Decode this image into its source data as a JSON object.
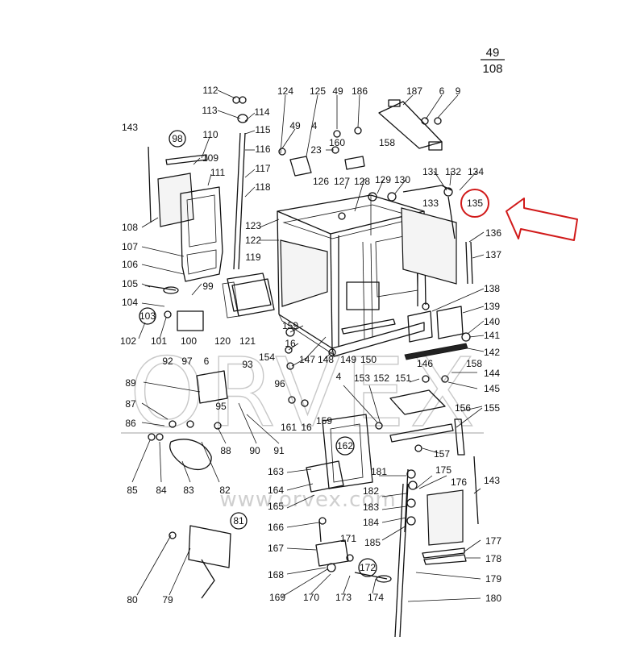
{
  "page_number": {
    "numerator": "49",
    "denominator": "108"
  },
  "watermark": {
    "logo_text": "ORVEX",
    "url_text": "www.orvex.com"
  },
  "highlight": {
    "circle_color": "#d11a1a",
    "arrow_color": "#d11a1a",
    "highlighted_part": "135"
  },
  "circled_labels": [
    "98",
    "103",
    "162",
    "81",
    "172",
    "135"
  ],
  "callouts": [
    {
      "id": "c112",
      "text": "112"
    },
    {
      "id": "c113",
      "text": "113"
    },
    {
      "id": "c114",
      "text": "114"
    },
    {
      "id": "c115",
      "text": "115"
    },
    {
      "id": "c116",
      "text": "116"
    },
    {
      "id": "c117",
      "text": "117"
    },
    {
      "id": "c118",
      "text": "118"
    },
    {
      "id": "c124",
      "text": "124"
    },
    {
      "id": "c125",
      "text": "125"
    },
    {
      "id": "c49a",
      "text": "49"
    },
    {
      "id": "c186",
      "text": "186"
    },
    {
      "id": "c187",
      "text": "187"
    },
    {
      "id": "c6a",
      "text": "6"
    },
    {
      "id": "c9",
      "text": "9"
    },
    {
      "id": "c143a",
      "text": "143"
    },
    {
      "id": "c110",
      "text": "110"
    },
    {
      "id": "c109",
      "text": "109"
    },
    {
      "id": "c111",
      "text": "111"
    },
    {
      "id": "c49b",
      "text": "49"
    },
    {
      "id": "c4a",
      "text": "4"
    },
    {
      "id": "c23",
      "text": "23"
    },
    {
      "id": "c160",
      "text": "160"
    },
    {
      "id": "c158a",
      "text": "158"
    },
    {
      "id": "c126",
      "text": "126"
    },
    {
      "id": "c127",
      "text": "127"
    },
    {
      "id": "c128",
      "text": "128"
    },
    {
      "id": "c129",
      "text": "129"
    },
    {
      "id": "c130",
      "text": "130"
    },
    {
      "id": "c131",
      "text": "131"
    },
    {
      "id": "c132",
      "text": "132"
    },
    {
      "id": "c134",
      "text": "134"
    },
    {
      "id": "c133",
      "text": "133"
    },
    {
      "id": "c108",
      "text": "108"
    },
    {
      "id": "c123",
      "text": "123"
    },
    {
      "id": "c122",
      "text": "122"
    },
    {
      "id": "c136",
      "text": "136"
    },
    {
      "id": "c107",
      "text": "107"
    },
    {
      "id": "c137",
      "text": "137"
    },
    {
      "id": "c106",
      "text": "106"
    },
    {
      "id": "c119",
      "text": "119"
    },
    {
      "id": "c105",
      "text": "105"
    },
    {
      "id": "c99",
      "text": "99"
    },
    {
      "id": "c138",
      "text": "138"
    },
    {
      "id": "c104",
      "text": "104"
    },
    {
      "id": "c139",
      "text": "139"
    },
    {
      "id": "c140",
      "text": "140"
    },
    {
      "id": "c102",
      "text": "102"
    },
    {
      "id": "c101",
      "text": "101"
    },
    {
      "id": "c100",
      "text": "100"
    },
    {
      "id": "c120",
      "text": "120"
    },
    {
      "id": "c121",
      "text": "121"
    },
    {
      "id": "c159a",
      "text": "159"
    },
    {
      "id": "c141",
      "text": "141"
    },
    {
      "id": "c16a",
      "text": "16"
    },
    {
      "id": "c142",
      "text": "142"
    },
    {
      "id": "c147",
      "text": "147"
    },
    {
      "id": "c148",
      "text": "148"
    },
    {
      "id": "c149",
      "text": "149"
    },
    {
      "id": "c150",
      "text": "150"
    },
    {
      "id": "c92",
      "text": "92"
    },
    {
      "id": "c97",
      "text": "97"
    },
    {
      "id": "c6b",
      "text": "6"
    },
    {
      "id": "c154",
      "text": "154"
    },
    {
      "id": "c146",
      "text": "146"
    },
    {
      "id": "c158b",
      "text": "158"
    },
    {
      "id": "c93",
      "text": "93"
    },
    {
      "id": "c144",
      "text": "144"
    },
    {
      "id": "c89",
      "text": "89"
    },
    {
      "id": "c96",
      "text": "96"
    },
    {
      "id": "c4b",
      "text": "4"
    },
    {
      "id": "c153",
      "text": "153"
    },
    {
      "id": "c152",
      "text": "152"
    },
    {
      "id": "c151",
      "text": "151"
    },
    {
      "id": "c145",
      "text": "145"
    },
    {
      "id": "c87",
      "text": "87"
    },
    {
      "id": "c95",
      "text": "95"
    },
    {
      "id": "c156",
      "text": "156"
    },
    {
      "id": "c155",
      "text": "155"
    },
    {
      "id": "c86",
      "text": "86"
    },
    {
      "id": "c159b",
      "text": "159"
    },
    {
      "id": "c16b",
      "text": "16"
    },
    {
      "id": "c161",
      "text": "161"
    },
    {
      "id": "c88",
      "text": "88"
    },
    {
      "id": "c90",
      "text": "90"
    },
    {
      "id": "c91",
      "text": "91"
    },
    {
      "id": "c157",
      "text": "157"
    },
    {
      "id": "c85",
      "text": "85"
    },
    {
      "id": "c84",
      "text": "84"
    },
    {
      "id": "c83",
      "text": "83"
    },
    {
      "id": "c82",
      "text": "82"
    },
    {
      "id": "c181",
      "text": "181"
    },
    {
      "id": "c175",
      "text": "175"
    },
    {
      "id": "c163",
      "text": "163"
    },
    {
      "id": "c176",
      "text": "176"
    },
    {
      "id": "c143b",
      "text": "143"
    },
    {
      "id": "c164",
      "text": "164"
    },
    {
      "id": "c182",
      "text": "182"
    },
    {
      "id": "c165",
      "text": "165"
    },
    {
      "id": "c183",
      "text": "183"
    },
    {
      "id": "c166",
      "text": "166"
    },
    {
      "id": "c184",
      "text": "184"
    },
    {
      "id": "c185",
      "text": "185"
    },
    {
      "id": "c167",
      "text": "167"
    },
    {
      "id": "c171",
      "text": "171"
    },
    {
      "id": "c177",
      "text": "177"
    },
    {
      "id": "c178",
      "text": "178"
    },
    {
      "id": "c168",
      "text": "168"
    },
    {
      "id": "c179",
      "text": "179"
    },
    {
      "id": "c80",
      "text": "80"
    },
    {
      "id": "c79",
      "text": "79"
    },
    {
      "id": "c169",
      "text": "169"
    },
    {
      "id": "c170",
      "text": "170"
    },
    {
      "id": "c173",
      "text": "173"
    },
    {
      "id": "c174",
      "text": "174"
    },
    {
      "id": "c180",
      "text": "180"
    }
  ]
}
